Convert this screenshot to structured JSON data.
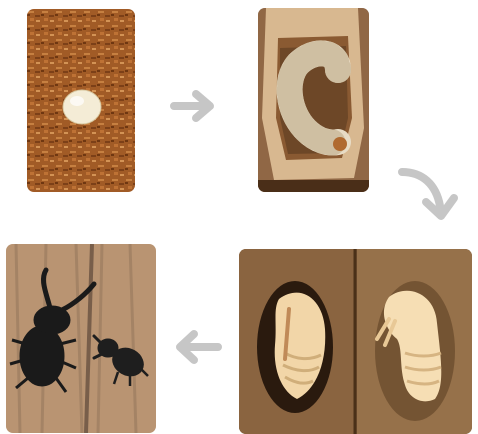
{
  "diagram": {
    "stages": [
      {
        "id": "egg",
        "icon": "egg-illustration"
      },
      {
        "id": "larva",
        "icon": "larva-illustration"
      },
      {
        "id": "pupa",
        "icon": "pupa-illustration"
      },
      {
        "id": "adult",
        "icon": "adult-beetle-illustration"
      }
    ],
    "arrows": [
      {
        "from": "egg",
        "to": "larva"
      },
      {
        "from": "larva",
        "to": "pupa"
      },
      {
        "from": "pupa",
        "to": "adult"
      }
    ],
    "colors": {
      "arrow": "#c6c6c6",
      "soil": "#a8622a",
      "wood": "#b5835a",
      "larva": "#e8dcc6",
      "pupa": "#f2d6a8",
      "beetle": "#1a1a1a"
    }
  }
}
